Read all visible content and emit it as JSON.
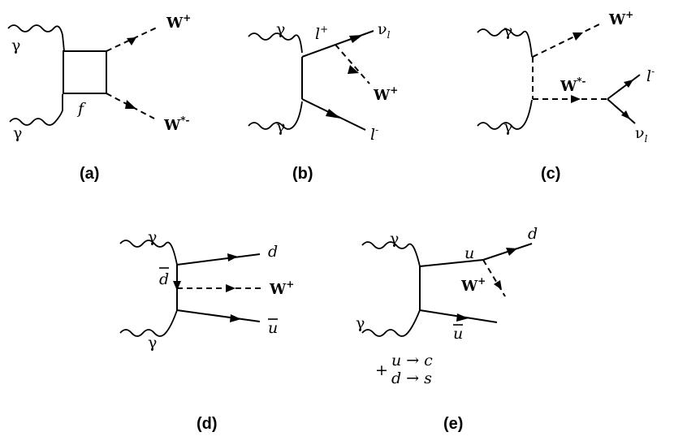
{
  "diagrams": {
    "a": {
      "caption": "(a)",
      "photon_top": "γ",
      "photon_bottom": "γ",
      "fermion": "f",
      "boson_top": "W",
      "boson_top_sup": "+",
      "boson_bottom": "W",
      "boson_bottom_sup": "*-"
    },
    "b": {
      "caption": "(b)",
      "photon_top": "γ",
      "photon_bottom": "γ",
      "lepton_plus": "l",
      "lepton_plus_sup": "+",
      "neutrino": "ν",
      "neutrino_sub": "l",
      "boson": "W",
      "boson_sup": "+",
      "lepton_minus": "l",
      "lepton_minus_sup": "-"
    },
    "c": {
      "caption": "(c)",
      "photon_top": "γ",
      "photon_bottom": "γ",
      "boson_top": "W",
      "boson_top_sup": "+",
      "boson_mid": "W",
      "boson_mid_sup": "*-",
      "lepton_minus": "l",
      "lepton_minus_sup": "-",
      "neutrino": "ν",
      "neutrino_sub": "l"
    },
    "d": {
      "caption": "(d)",
      "photon_top": "γ",
      "photon_bottom": "γ",
      "quark_d": "d",
      "antiquark_d": "d",
      "boson": "W",
      "boson_sup": "+",
      "antiquark_u": "u"
    },
    "e": {
      "caption": "(e)",
      "photon_top": "γ",
      "photon_bottom": "γ",
      "quark_u": "u",
      "quark_d": "d",
      "boson": "W",
      "boson_sup": "+",
      "antiquark_u": "u",
      "plus": "+",
      "sub1_from": "u",
      "sub1_to": "c",
      "sub2_from": "d",
      "sub2_to": "s",
      "arrow": "→"
    }
  }
}
